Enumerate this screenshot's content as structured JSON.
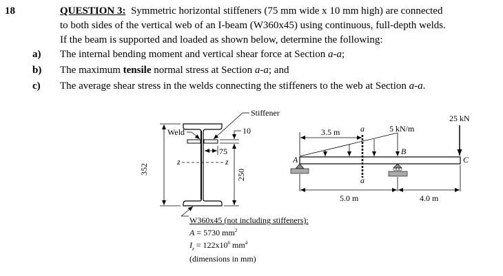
{
  "problem": {
    "number": "18",
    "title": "QUESTION 3:",
    "intro_lines": [
      "Symmetric horizontal stiffeners (75 mm wide x 10 mm high) are connected",
      "to both sides of the vertical web of an I-beam (W360x45) using continuous, full-depth welds.",
      "If the beam is supported and loaded as shown below, determine the following:"
    ],
    "items": [
      {
        "label": "a)",
        "pre": "The internal bending moment and vertical shear force at Section ",
        "italic": "a-a",
        "post": ";"
      },
      {
        "label": "b)",
        "pre": "The maximum ",
        "bold": "tensile",
        "mid": " normal stress at Section ",
        "italic": "a-a",
        "post": "; and"
      },
      {
        "label": "c)",
        "pre": "The average shear stress in the welds connecting the stiffeners to the web at Section ",
        "italic": "a-a",
        "post": "."
      }
    ]
  },
  "cross_section": {
    "stiffener_label": "Stiffener",
    "weld_label": "Weld",
    "dim_10": "10",
    "dim_75": "75",
    "dim_352": "352",
    "dim_250": "250",
    "axis_label": "z",
    "properties_title": "W360x45 (not including stiffeners):",
    "area_symbol": "A",
    "area_value": " = 5730 mm",
    "area_exp": "2",
    "inertia_symbol": "I",
    "inertia_sub": "z",
    "inertia_value": " = 122x10",
    "inertia_exp1": "6",
    "inertia_unit": " mm",
    "inertia_exp2": "4",
    "units_note": "(dimensions in mm)"
  },
  "beam": {
    "label_A": "A",
    "label_B": "B",
    "label_C": "C",
    "section_label": "a",
    "dist_load": "5 kN/m",
    "point_load": "25 kN",
    "dim_3_5": "3.5 m",
    "dim_5_0": "5.0 m",
    "dim_4_0": "4.0 m"
  }
}
